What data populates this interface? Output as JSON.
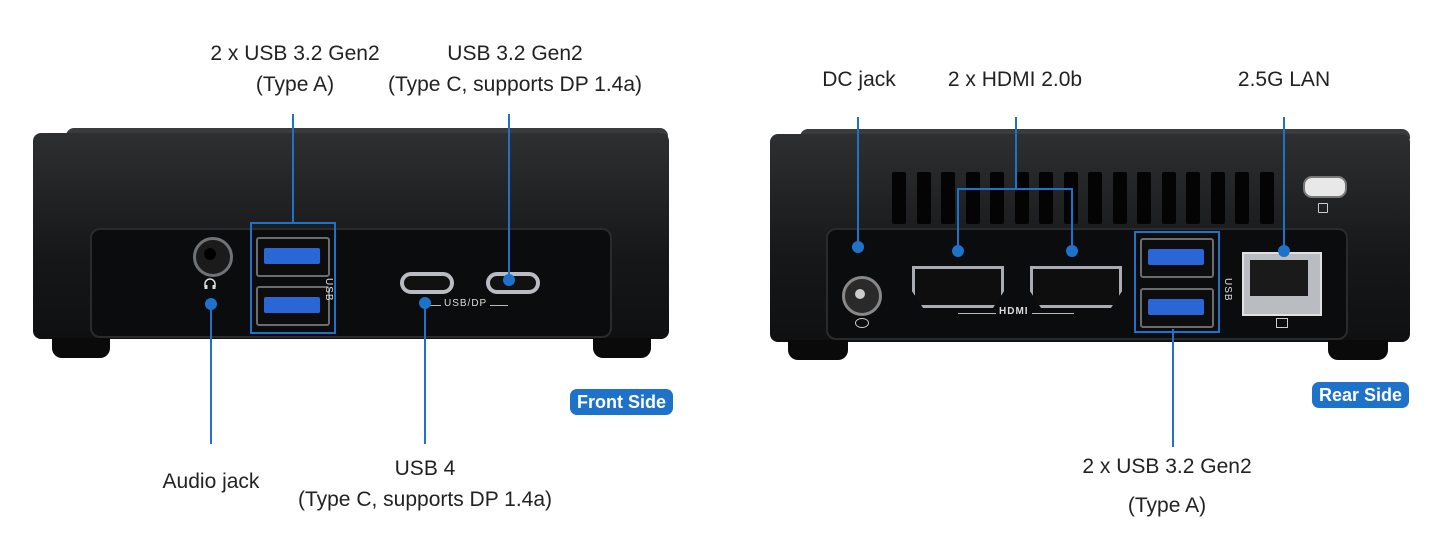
{
  "front": {
    "badge": "Front Side",
    "labels": {
      "usb_a_title": "2 x USB 3.2 Gen2",
      "usb_a_sub": "(Type A)",
      "usb_c_title": "USB 3.2 Gen2",
      "usb_c_sub": "(Type C, supports DP 1.4a)",
      "audio": "Audio jack",
      "usb4_title": "USB 4",
      "usb4_sub": "(Type C, supports DP 1.4a)"
    },
    "panel_marks": {
      "usb": "USB",
      "usbdp": "USB/DP"
    }
  },
  "rear": {
    "badge": "Rear Side",
    "labels": {
      "dc": "DC jack",
      "hdmi": "2 x  HDMI 2.0b",
      "lan": "2.5G LAN",
      "usb_title": "2 x USB 3.2 Gen2",
      "usb_sub": "(Type A)"
    },
    "panel_marks": {
      "usb": "USB",
      "hdmi": "HDMI"
    }
  },
  "colors": {
    "accent": "#1f72c9",
    "usb_blue": "#2a66d6",
    "chassis": "#161718"
  },
  "icons": [
    "headphone-icon",
    "dc-power-icon",
    "network-icon",
    "lock-icon"
  ]
}
